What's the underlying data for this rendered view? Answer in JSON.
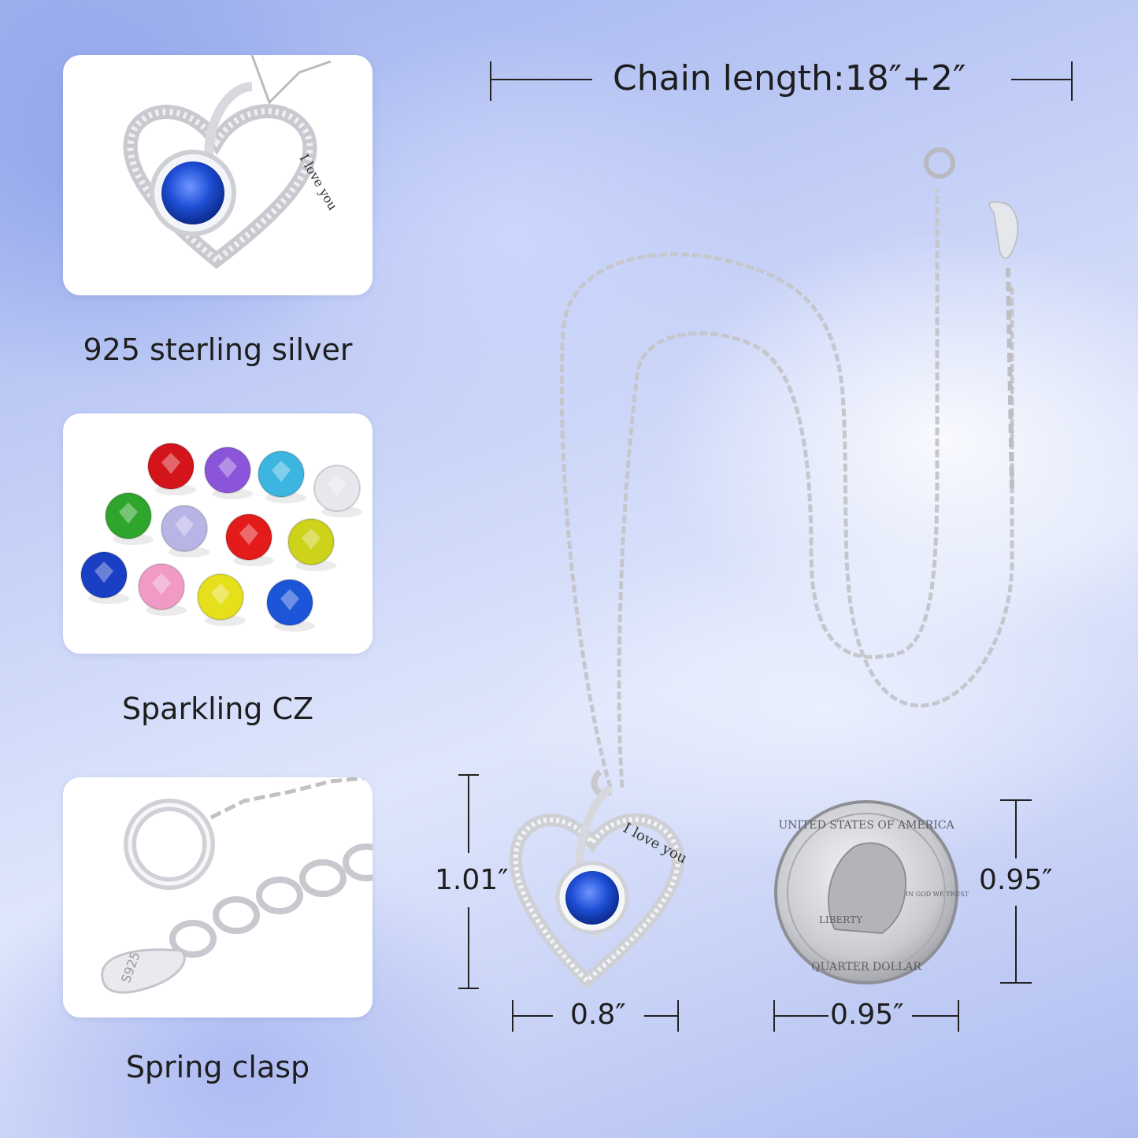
{
  "features": [
    {
      "label": "925 sterling silver",
      "image": "heart-pendant-closeup"
    },
    {
      "label": "Sparkling CZ",
      "image": "birthstone-gems-grid"
    },
    {
      "label": "Spring clasp",
      "image": "spring-clasp-closeup"
    }
  ],
  "pendant_engraving": "I love you",
  "clasp_stamp": "S925",
  "dimensions": {
    "chain_length": "Chain length:18″+2″",
    "pendant_height": "1.01″",
    "pendant_width": "0.8″",
    "coin_height": "0.95″",
    "coin_width": "0.95″"
  },
  "coin": {
    "top_text": "UNITED STATES OF AMERICA",
    "left_text": "LIBERTY",
    "motto": "IN GOD WE TRUST",
    "bottom_text": "QUARTER DOLLAR"
  },
  "colors": {
    "stone_blue": "#1f4fd6",
    "gems": [
      "#d3141b",
      "#8b55d9",
      "#3cb6e0",
      "#e6e8ee",
      "#2fa52b",
      "#b9b4e6",
      "#e31b1b",
      "#cdd21a",
      "#1a3fc4",
      "#f29ac6",
      "#e5df1c",
      "#1d55d8"
    ]
  }
}
